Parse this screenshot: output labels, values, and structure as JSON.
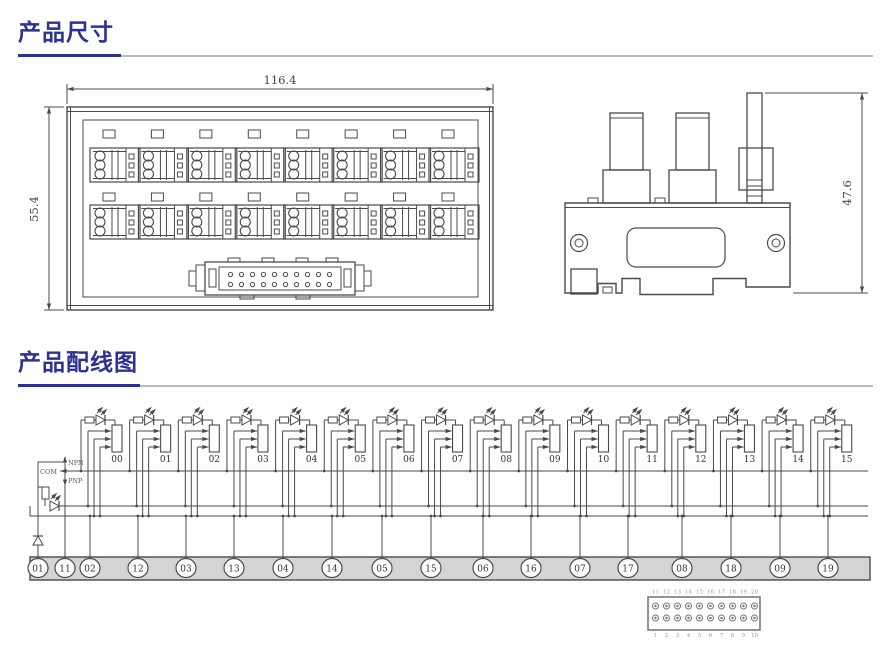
{
  "sections": {
    "dimensions_title": "产品尺寸",
    "wiring_title": "产品配线图"
  },
  "dimension_view": {
    "front_width": "116.4",
    "front_height": "55.4",
    "side_height": "47.6"
  },
  "wiring": {
    "com_label": "COM",
    "npn_label": "NPN",
    "pnp_label": "PNP",
    "channel_labels": [
      "00",
      "01",
      "02",
      "03",
      "04",
      "05",
      "06",
      "07",
      "08",
      "09",
      "10",
      "11",
      "12",
      "13",
      "14",
      "15"
    ],
    "terminal_labels": [
      "01",
      "11",
      "02",
      "12",
      "03",
      "13",
      "04",
      "14",
      "05",
      "15",
      "06",
      "16",
      "07",
      "17",
      "08",
      "18",
      "09",
      "19"
    ],
    "connector_pins_top": [
      "11",
      "12",
      "13",
      "14",
      "15",
      "16",
      "17",
      "18",
      "19",
      "20"
    ],
    "connector_pins_bottom": [
      "1",
      "2",
      "3",
      "4",
      "5",
      "6",
      "7",
      "8",
      "9",
      "10"
    ]
  },
  "colors": {
    "accent": "#2e3192",
    "line": "#4a4a4a",
    "bar_fill": "#d4d4d4",
    "rule_gray": "#b9b9b9"
  }
}
